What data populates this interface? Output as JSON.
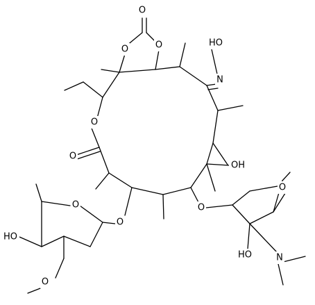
{
  "diagram": {
    "kind": "skeletal-structural-formula",
    "bond_color": "#000000",
    "background": "#ffffff",
    "atom_labels": {
      "carbonate_carbonyl_o": "O",
      "carbonate_ring_o_left": "O",
      "carbonate_ring_o_right": "O",
      "oxime_hydroxyl": "HO",
      "oxime_n": "N",
      "lactone_ring_o": "O",
      "lactone_carbonyl_o": "O",
      "tertiary_hydroxyl": "OH",
      "desosamine_glycosidic_o": "O",
      "desosamine_ring_o": "O",
      "desosamine_hydroxyl": "HO",
      "desosamine_dimethylamino_n": "N",
      "cladinose_glycosidic_o": "O",
      "cladinose_ring_o": "O",
      "cladinose_hydroxyl": "HO",
      "cladinose_methoxy_o": "O"
    }
  }
}
